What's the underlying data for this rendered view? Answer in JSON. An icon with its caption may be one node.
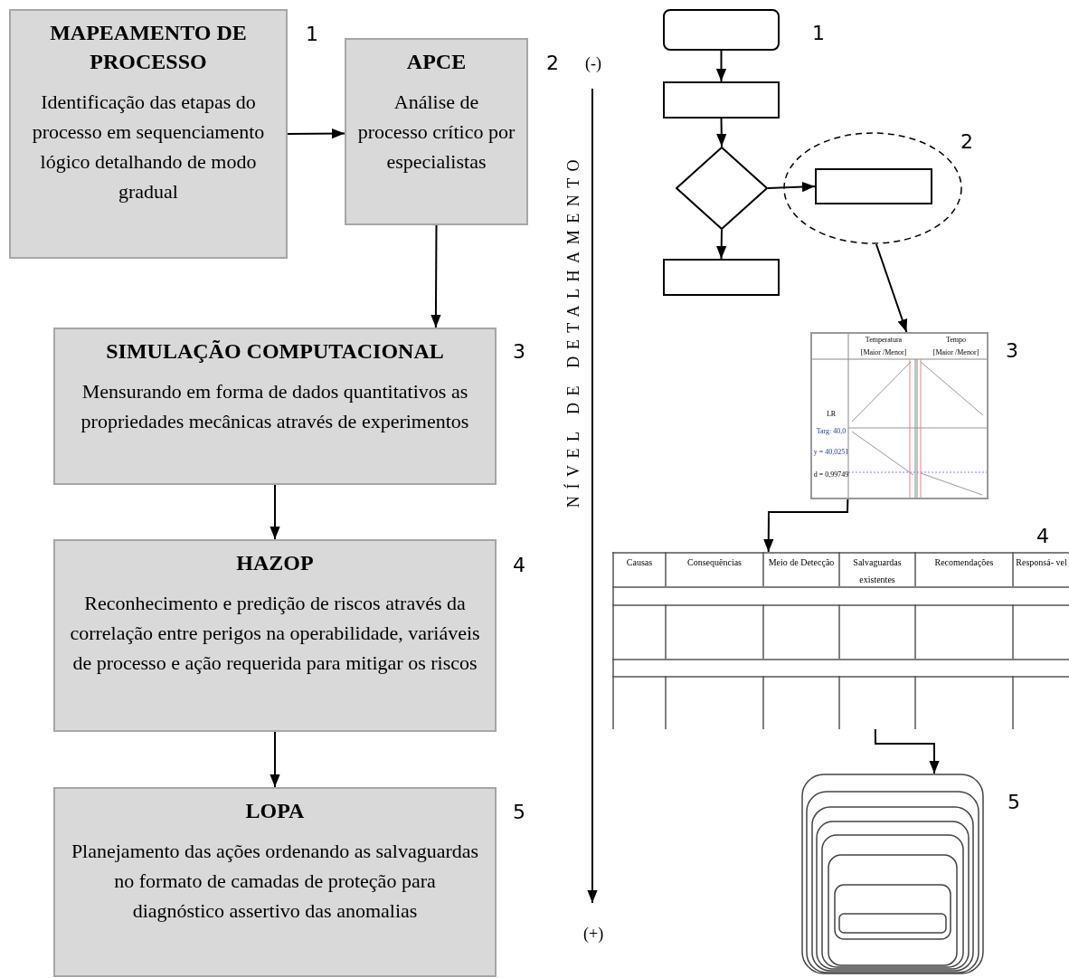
{
  "diagram": {
    "nodes": [
      {
        "text": [
          "MAPEAMENTO DE PROCESSO",
          "Identificação das etapas do processo em sequenciamento lógico detalhando de modo gradual"
        ],
        "beside": [
          "1"
        ]
      },
      {
        "text": [
          "APCE",
          "Análise de processo crítico por especialistas"
        ],
        "beside": [
          "2"
        ]
      },
      {
        "text": [
          "SIMULAÇÃO COMPUTACIONAL",
          "Mensurando em forma de dados quantitativos as propriedades mecânicas através de experimentos"
        ],
        "beside": [
          "3"
        ]
      },
      {
        "text": [
          "HAZOP",
          "Reconhecimento e predição de riscos através da correlação entre perigos na operabilidade, variáveis de processo e ação requerida para mitigar os riscos"
        ],
        "beside": [
          "4"
        ]
      },
      {
        "text": [
          "LOPA",
          "Planejamento das ações ordenando as salvaguardas no formato de camadas de proteção para diagnóstico assertivo das anomalias"
        ],
        "beside": [
          "5"
        ]
      },
      {
        "text": [],
        "shape": "box",
        "beside": [
          "1"
        ]
      },
      {
        "text": [],
        "shape": "box"
      },
      {
        "text": [],
        "shape": "diamond"
      },
      {
        "text": [],
        "shape": "ellipse",
        "beside": [
          "2"
        ]
      },
      {
        "text": [],
        "shape": "box",
        "in": 8
      },
      {
        "text": [],
        "shape": "box"
      },
      {
        "text": [
          "Temperatura",
          "Tempo",
          "[Maior /Menor]",
          "[Maior /Menor]",
          "LR",
          "Targ: 40,0",
          "y = 40,0251",
          "d = 0,99749"
        ],
        "beside": [
          "3"
        ]
      },
      {
        "text": [
          "Causas",
          "Consequências",
          "Meio de Detecção",
          "Salvaguardas existentes",
          "Recomendações",
          "Responsá- vel"
        ],
        "beside": [
          "4"
        ]
      },
      {
        "text": [],
        "shape": "layers",
        "beside": [
          "5"
        ]
      }
    ],
    "edges": [
      {
        "from": 0,
        "to": 1,
        "arrow": "to"
      },
      {
        "from": 1,
        "to": 2,
        "arrow": "to"
      },
      {
        "from": 2,
        "to": 3,
        "arrow": "to"
      },
      {
        "from": 3,
        "to": 4,
        "arrow": "to"
      },
      {
        "from": 5,
        "to": 6,
        "arrow": "to"
      },
      {
        "from": 6,
        "to": 7,
        "arrow": "to"
      },
      {
        "from": 7,
        "to": 9,
        "arrow": "to"
      },
      {
        "from": 7,
        "to": 10,
        "arrow": "to"
      },
      {
        "from": 8,
        "to": 11,
        "arrow": "to"
      },
      {
        "from": 11,
        "to": 12,
        "arrow": "to"
      },
      {
        "from": 12,
        "to": 13,
        "arrow": "to"
      }
    ],
    "labels": [
      "(-)",
      "NÍVEL DE DETALHAMENTO",
      "(+)"
    ]
  }
}
